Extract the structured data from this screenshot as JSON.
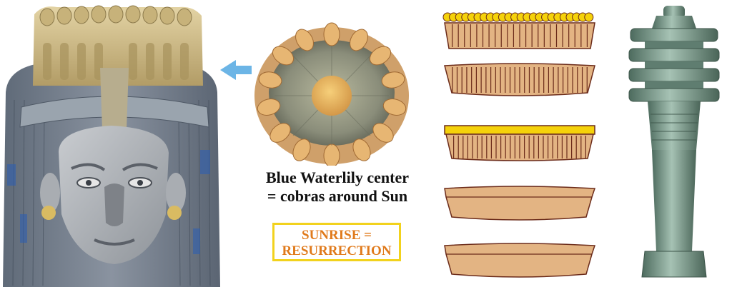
{
  "caption": {
    "line1": "Blue Waterlily center",
    "line2": "= cobras around Sun"
  },
  "callout": {
    "line1": "SUNRISE =",
    "line2": "RESURRECTION",
    "border_color": "#f2d21d",
    "text_color": "#e07a1b"
  },
  "arrow": {
    "color": "#6cb5e6"
  },
  "icons": [
    "statue-bust",
    "arrow-left-icon",
    "waterlily-bowl",
    "crown-diagram",
    "djed-amulet"
  ]
}
